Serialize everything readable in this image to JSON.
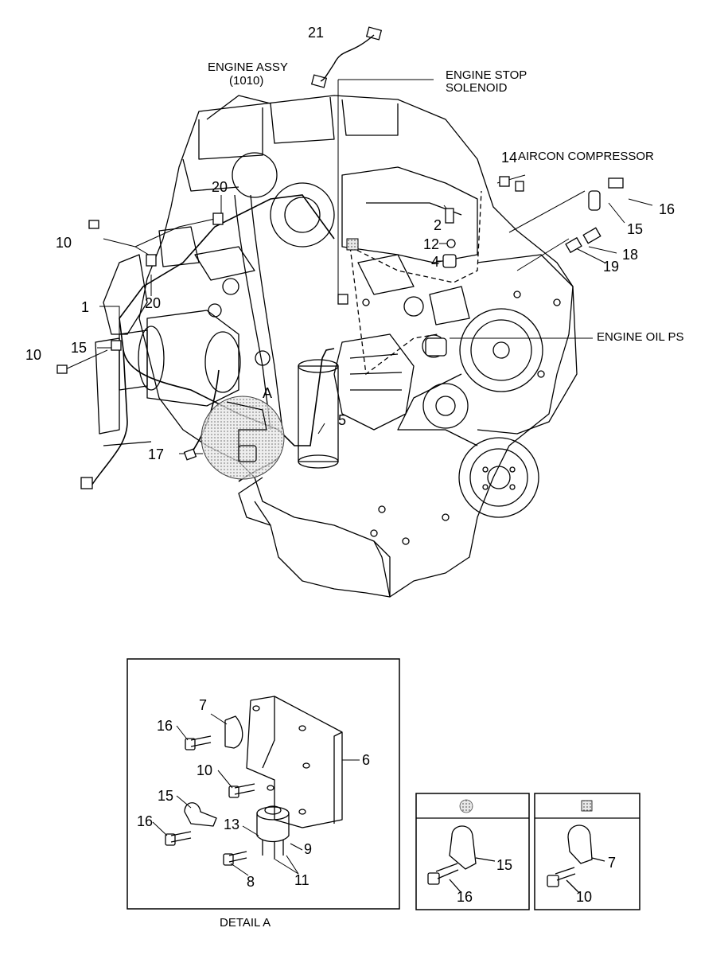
{
  "labels": {
    "engine_assy": "ENGINE ASSY",
    "engine_assy_code": "(1010)",
    "engine_stop": "ENGINE STOP",
    "solenoid": "SOLENOID",
    "aircon": "AIRCON COMPRESSOR",
    "engine_oil_ps": "ENGINE OIL PS",
    "detail_marker": "A",
    "detail_caption": "DETAIL A"
  },
  "callouts": {
    "main": [
      "21",
      "20",
      "20",
      "10",
      "10",
      "1",
      "15",
      "17",
      "5",
      "14",
      "16",
      "15",
      "2",
      "12",
      "4",
      "18",
      "19"
    ],
    "detail": [
      "7",
      "16",
      "6",
      "10",
      "15",
      "16",
      "13",
      "9",
      "8",
      "11"
    ],
    "legend_round": [
      "15",
      "16"
    ],
    "legend_square": [
      "7",
      "10"
    ]
  },
  "legend": {
    "round_symbol": "dotted-circle",
    "square_symbol": "dotted-square"
  }
}
